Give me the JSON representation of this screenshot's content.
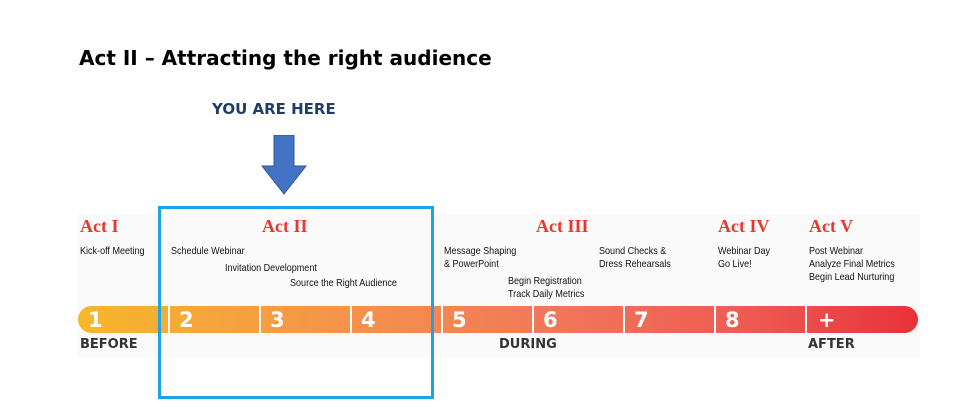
{
  "slide": {
    "title": "Act II – Attracting the right audience",
    "marker": {
      "label": "YOU ARE HERE",
      "arrow_icon": "down-arrow-icon",
      "arrow_color": "#4472c4",
      "label_color": "#1f3d66",
      "highlight_color": "#1aa6e6"
    }
  },
  "acts": [
    {
      "label": "Act I",
      "tasks": [
        "Kick-off Meeting"
      ]
    },
    {
      "label": "Act II",
      "tasks": [
        "Schedule Webinar",
        "Invitation Development",
        "Source the Right Audience"
      ]
    },
    {
      "label": "Act III",
      "tasks": [
        "Message Shaping",
        "& PowerPoint",
        "Begin Registration",
        "Track Daily Metrics",
        "Sound Checks &",
        "Dress Rehearsals"
      ]
    },
    {
      "label": "Act IV",
      "tasks": [
        "Webinar Day",
        "Go Live!"
      ]
    },
    {
      "label": "Act V",
      "tasks": [
        "Post Webinar",
        "Analyze Final Metrics",
        "Begin Lead Nurturing"
      ]
    }
  ],
  "timeline": {
    "steps": [
      "1",
      "2",
      "3",
      "4",
      "5",
      "6",
      "7",
      "8",
      "+"
    ],
    "phases": [
      "BEFORE",
      "DURING",
      "AFTER"
    ],
    "gradient_start": "#f7b72a",
    "gradient_end": "#e8323a",
    "act_title_color": "#e8372c"
  }
}
